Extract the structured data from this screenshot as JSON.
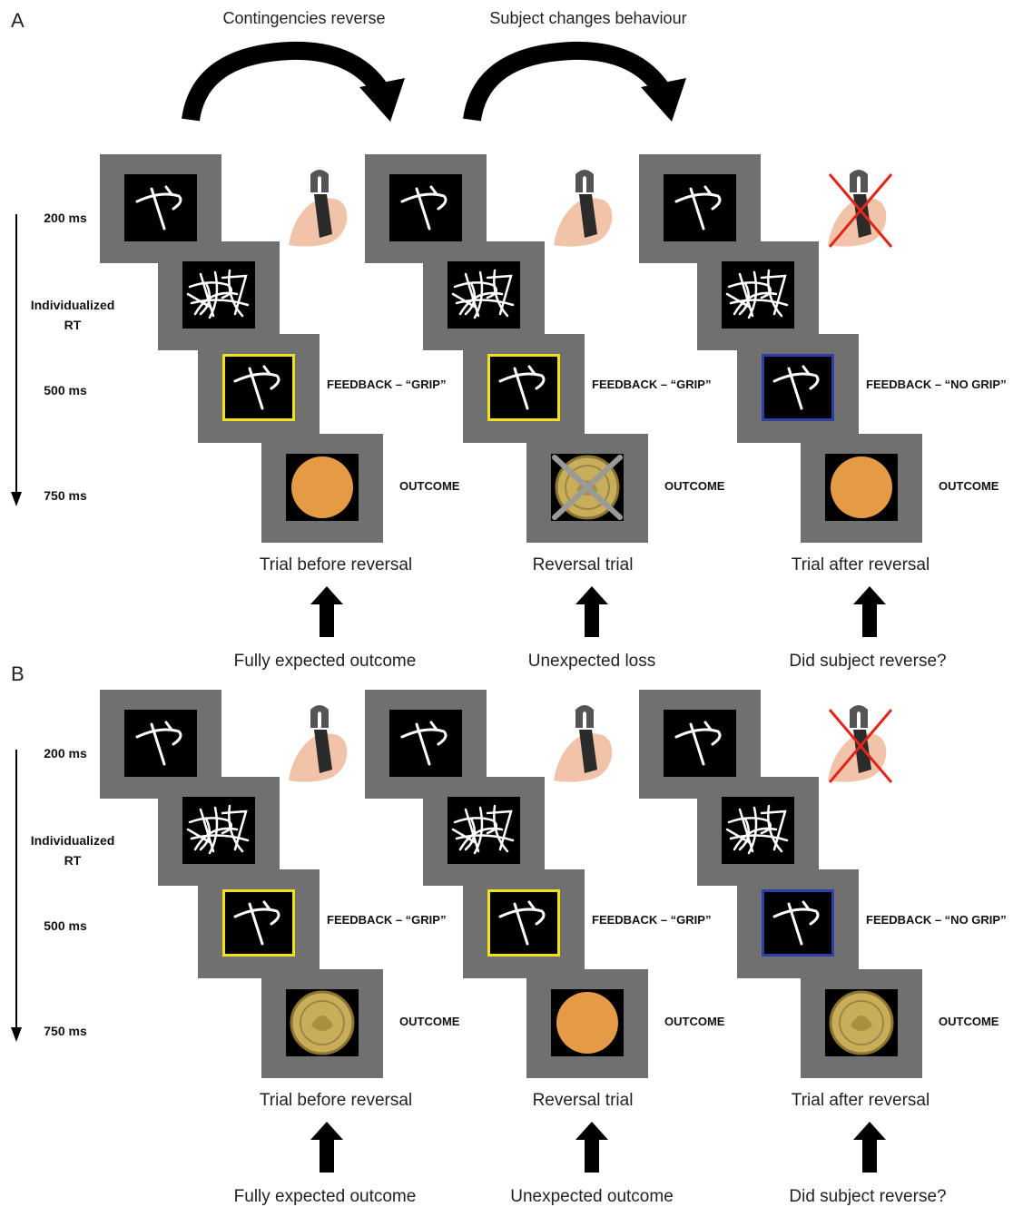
{
  "panels": [
    {
      "letter": "A",
      "top_labels": [
        "Contingencies reverse",
        "Subject changes behaviour"
      ],
      "timeline": [
        "200 ms",
        "Individualized",
        "RT",
        "500 ms",
        "750 ms"
      ],
      "columns": [
        {
          "feedback": "FEEDBACK – “GRIP”",
          "feedback_color": "yellow",
          "hand": "grip",
          "outcome_label": "OUTCOME",
          "outcome": "orange-circle",
          "caption": "Trial before reversal",
          "bottom": "Fully expected outcome"
        },
        {
          "feedback": "FEEDBACK – “GRIP”",
          "feedback_color": "yellow",
          "hand": "grip",
          "outcome_label": "OUTCOME",
          "outcome": "crossed-coin",
          "caption": "Reversal trial",
          "bottom": "Unexpected loss"
        },
        {
          "feedback": "FEEDBACK – “NO GRIP”",
          "feedback_color": "blue",
          "hand": "no-grip",
          "outcome_label": "OUTCOME",
          "outcome": "orange-circle",
          "caption": "Trial after reversal",
          "bottom": "Did subject reverse?"
        }
      ]
    },
    {
      "letter": "B",
      "timeline": [
        "200 ms",
        "Individualized",
        "RT",
        "500 ms",
        "750 ms"
      ],
      "columns": [
        {
          "feedback": "FEEDBACK – “GRIP”",
          "feedback_color": "yellow",
          "hand": "grip",
          "outcome_label": "OUTCOME",
          "outcome": "coin",
          "caption": "Trial before reversal",
          "bottom": "Fully expected outcome"
        },
        {
          "feedback": "FEEDBACK – “GRIP”",
          "feedback_color": "yellow",
          "hand": "grip",
          "outcome_label": "OUTCOME",
          "outcome": "orange-circle",
          "caption": "Reversal trial",
          "bottom": "Unexpected outcome"
        },
        {
          "feedback": "FEEDBACK – “NO GRIP”",
          "feedback_color": "blue",
          "hand": "no-grip",
          "outcome_label": "OUTCOME",
          "outcome": "coin",
          "caption": "Trial after reversal",
          "bottom": "Did subject reverse?"
        }
      ]
    }
  ],
  "colors": {
    "frame": "#707070",
    "orange": "#e59a45",
    "yellow": "#f0e21a",
    "blue": "#2e3fa8",
    "cross": "#e0251b",
    "coin": "#c8ad5a"
  }
}
